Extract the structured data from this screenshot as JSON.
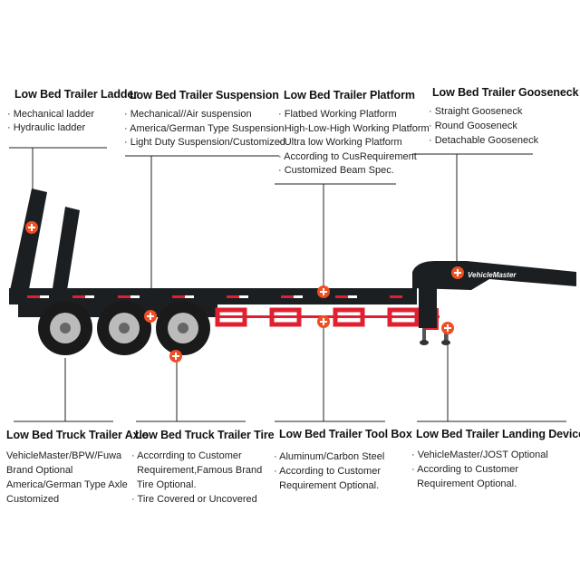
{
  "top_sections": [
    {
      "title": "Low Bed Trailer Ladder",
      "items": [
        "· Mechanical ladder",
        "· Hydraulic ladder"
      ]
    },
    {
      "title": "Low Bed Trailer Suspension",
      "items": [
        "· Mechanical//Air suspension",
        "· America/German Type Suspension",
        "· Light Duty Suspension/Customized"
      ]
    },
    {
      "title": "Low Bed Trailer Platform",
      "items": [
        "· Flatbed Working Platform",
        "· High-Low-High Working Platform",
        "· Ultra low Working Platform",
        "· According to CusRequirement",
        "· Customized Beam Spec."
      ]
    },
    {
      "title": "Low Bed Trailer Gooseneck",
      "items": [
        "· Straight Gooseneck",
        "· Round Gooseneck",
        "· Detachable Gooseneck"
      ]
    }
  ],
  "bottom_sections": [
    {
      "title": "Low Bed Truck Trailer Axle",
      "items": [
        "VehicleMaster/BPW/Fuwa",
        "Brand Optional",
        "America/German Type Axle",
        "Customized"
      ]
    },
    {
      "title": "Low Bed Truck Trailer Tire",
      "items": [
        "· Accorrding to Customer",
        "  Requirement,Famous Brand",
        "  Tire Optional.",
        "· Tire Covered or Uncovered"
      ]
    },
    {
      "title": "Low Bed Trailer Tool Box",
      "items": [
        "· Aluminum/Carbon Steel",
        "· According to Customer",
        "  Requirement Optional."
      ]
    },
    {
      "title": "Low Bed Trailer Landing Device",
      "items": [
        "· VehicleMaster/JOST Optional",
        "· According to Customer",
        "  Requirement Optional."
      ]
    }
  ],
  "logo_text": "VehicleMaster",
  "colors": {
    "marker": "#f04e23",
    "trailer": "#1c1f22",
    "stripe_red": "#e02030",
    "line": "#222222"
  },
  "icons": {
    "marker": "plus-circle-icon"
  }
}
